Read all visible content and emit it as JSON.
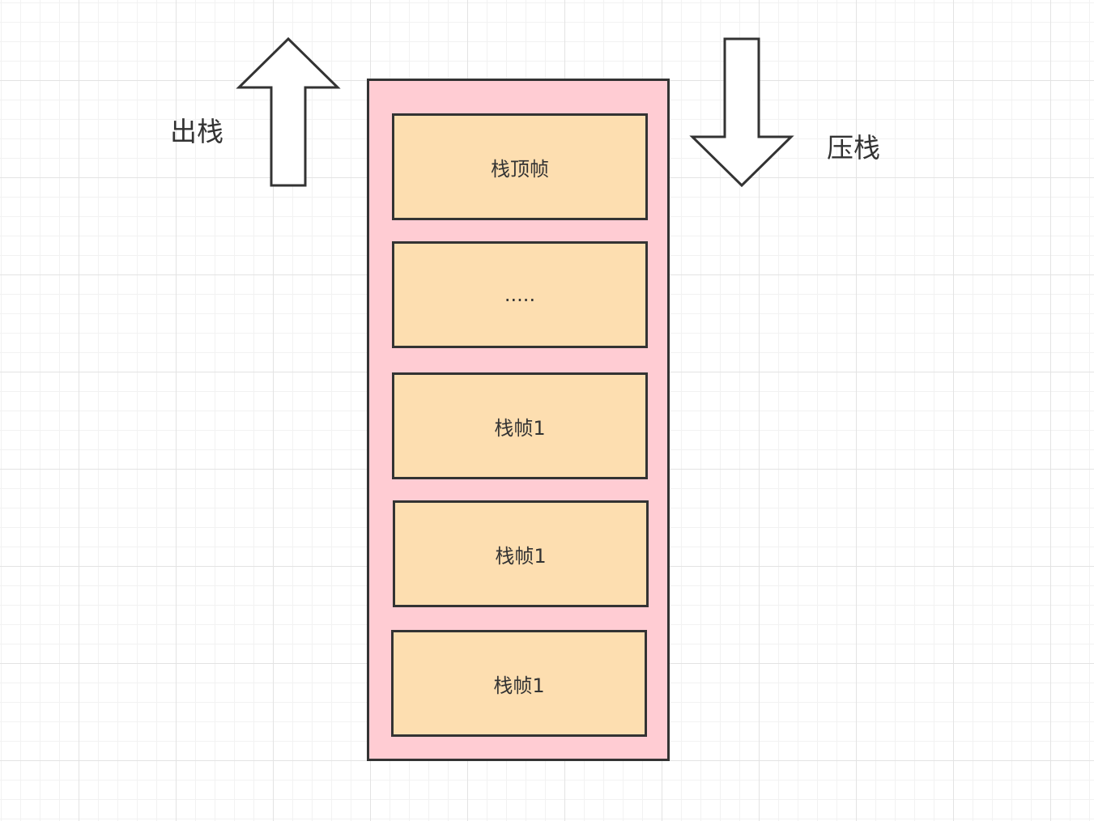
{
  "colors": {
    "stack_fill": "#ffccd3",
    "frame_fill": "#fddeb0",
    "stroke": "#333333",
    "arrow_fill": "#ffffff"
  },
  "operations": {
    "pop_label": "出栈",
    "push_label": "压栈",
    "pop_arrow_icon": "arrow-up-icon",
    "push_arrow_icon": "arrow-down-icon"
  },
  "stack": {
    "frames": [
      {
        "label": "栈顶帧"
      },
      {
        "label": "....."
      },
      {
        "label": "栈帧1"
      },
      {
        "label": "栈帧1"
      },
      {
        "label": "栈帧1"
      }
    ]
  }
}
